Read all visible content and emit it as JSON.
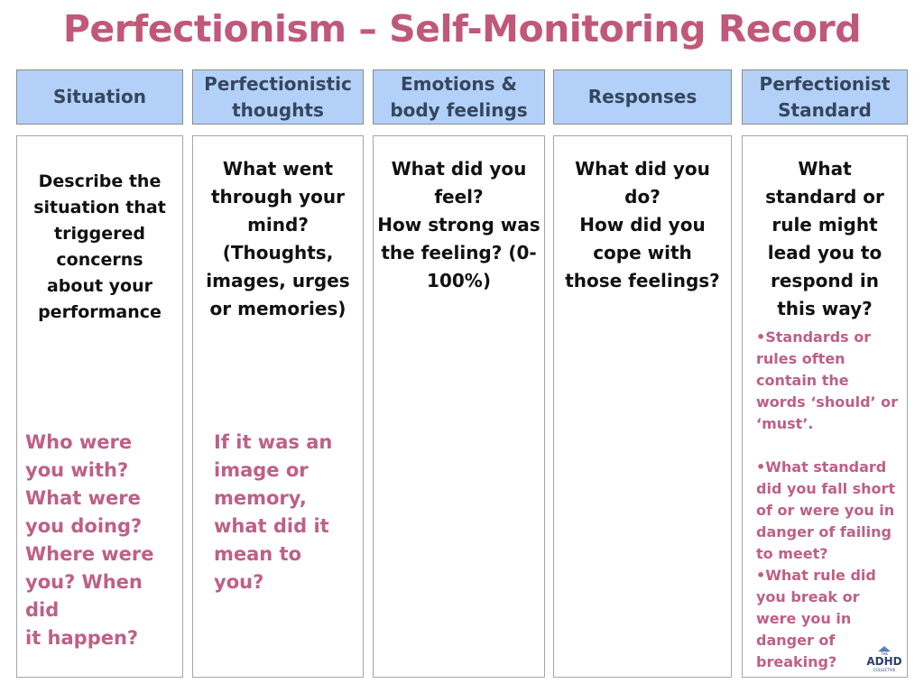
{
  "title": "Perfectionism – Self-Monitoring Record",
  "headers": [
    "Situation",
    "Perfectionistic\nthoughts",
    "Emotions &\nbody feelings",
    "Responses",
    "Perfectionist\nStandard"
  ],
  "prompts": [
    "Describe the\nsituation that\ntriggered\nconcerns\nabout your\nperformance",
    "What went\nthrough your\nmind?\n(Thoughts,\nimages, urges\nor memories)",
    "What did you\nfeel?\nHow strong was\nthe feeling? (0-\n100%)",
    "What did you\ndo?\nHow did you\ncope with\nthose feelings?",
    "What\nstandard or\nrule might\nlead you to\nrespond in\nthis way?"
  ],
  "hints": {
    "situation": "Who were\nyou with?\nWhat were\nyou doing?\nWhere were\nyou? When\ndid\nit happen?",
    "thoughts": "If it was an\nimage or\nmemory,\nwhat did it\nmean to\nyou?"
  },
  "standard_notes": [
    "•Standards or\nrules often\ncontain the\nwords ‘should’ or\n‘must’.",
    "•What standard\ndid you fall short\nof or were you in\ndanger of failing\nto meet?",
    "•What rule did\nyou break or\nwere you in\ndanger of\nbreaking?"
  ],
  "logo": {
    "the": "THE",
    "main": "ADHD",
    "sub": "COLLECTIVE"
  },
  "colors": {
    "title": "#c0587a",
    "header_bg": "#b3d1f8",
    "header_text": "#35465e",
    "hint": "#bf5f86"
  }
}
